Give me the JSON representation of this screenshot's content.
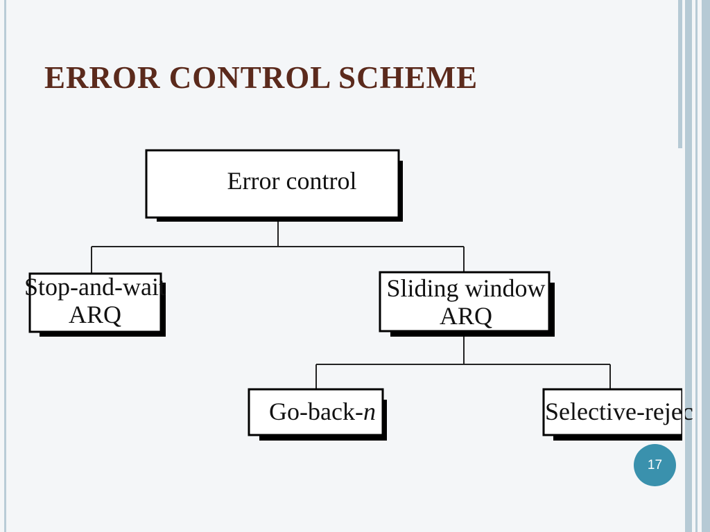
{
  "slide": {
    "title": "ERROR CONTROL SCHEME",
    "page_number": "17"
  },
  "diagram": {
    "root": "Error control",
    "stop_and_wait": [
      "Stop-and-wait",
      "ARQ"
    ],
    "sliding_window": [
      "Sliding window",
      "ARQ"
    ],
    "go_back_n": {
      "prefix": "Go-back-",
      "italic": "n"
    },
    "selective_reject": "Selective-rejec"
  }
}
